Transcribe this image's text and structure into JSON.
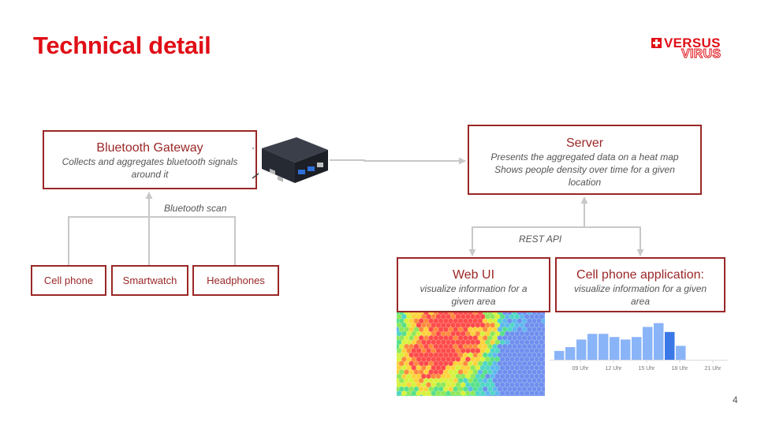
{
  "slide": {
    "title": "Technical detail",
    "page_number": "4"
  },
  "logo": {
    "line1": "VERSUS",
    "line2": "VIRUS",
    "accent_color": "#e00e16"
  },
  "gateway": {
    "heading": "Bluetooth Gateway",
    "description": "Collects and aggregates bluetooth signals around it"
  },
  "server": {
    "heading": "Server",
    "line1": "Presents the aggregated data on a heat map",
    "line2": "Shows people density over time for a given location"
  },
  "devices": [
    {
      "label": "Cell phone"
    },
    {
      "label": "Smartwatch"
    },
    {
      "label": "Headphones"
    }
  ],
  "labels": {
    "bluetooth_scan": "Bluetooth scan",
    "rest_api": "REST API"
  },
  "web_ui": {
    "heading": "Web UI",
    "description": "visualize information for a given area"
  },
  "mobile_app": {
    "heading": "Cell phone application:",
    "description": "visualize information for a given area"
  },
  "chart_data": {
    "type": "bar",
    "x_tick_labels": [
      "09 Uhr",
      "12 Uhr",
      "15 Uhr",
      "18 Uhr",
      "21 Uhr"
    ],
    "values": [
      14,
      20,
      32,
      41,
      41,
      36,
      32,
      36,
      52,
      58,
      44,
      22
    ],
    "highlight_index": 10,
    "bar_color": "#8ab4f8",
    "highlight_color": "#3b78e7",
    "ylim": [
      0,
      60
    ]
  },
  "colors": {
    "accent_red": "#e00e16",
    "box_border": "#9a2727",
    "connector": "#c8c8c8"
  }
}
